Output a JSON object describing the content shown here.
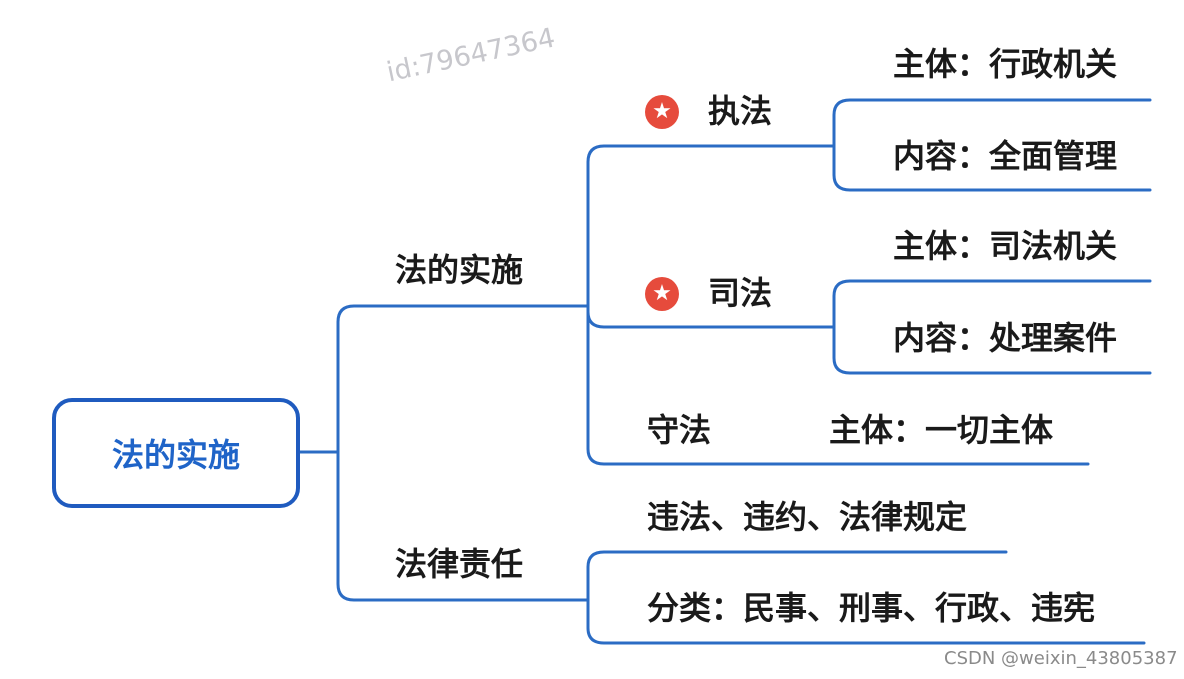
{
  "root": {
    "label": "法的实施"
  },
  "branch_implementation": {
    "label": "法的实施",
    "enforcement": {
      "label": "执法",
      "marker": "star-icon",
      "subject": "主体：行政机关",
      "content": "内容：全面管理"
    },
    "judiciary": {
      "label": "司法",
      "marker": "star-icon",
      "subject": "主体：司法机关",
      "content": "内容：处理案件"
    },
    "observance": {
      "label": "守法",
      "subject": "主体：一切主体"
    }
  },
  "branch_liability": {
    "label": "法律责任",
    "cause": "违法、违约、法律规定",
    "types": "分类：民事、刑事、行政、违宪"
  },
  "watermarks": {
    "id": "id:79647364",
    "csdn": "CSDN @weixin_43805387"
  },
  "colors": {
    "line": "#2b6cc4",
    "root_border": "#1f5bbf",
    "root_text": "#1f64c8",
    "star": "#e64b3c"
  }
}
